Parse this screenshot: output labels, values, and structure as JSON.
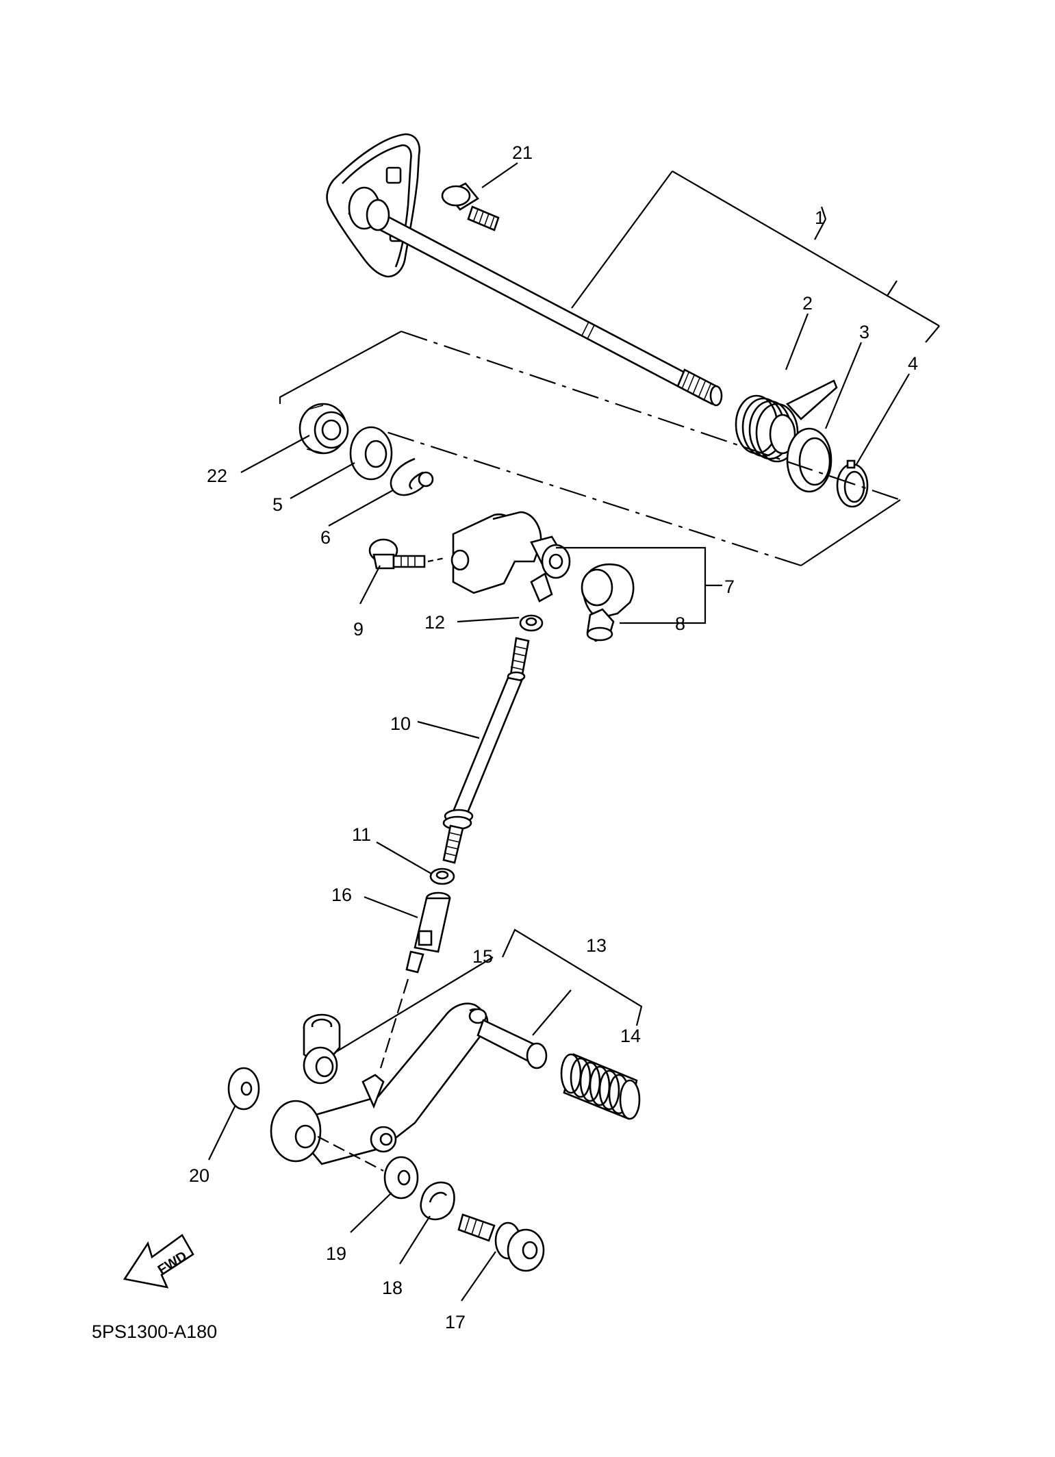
{
  "diagram_code": "5PS1300-A180",
  "fwd_label": "FWD",
  "callouts": {
    "c1": "1",
    "c2": "2",
    "c3": "3",
    "c4": "4",
    "c5": "5",
    "c6": "6",
    "c7": "7",
    "c8": "8",
    "c9": "9",
    "c10": "10",
    "c11": "11",
    "c12": "12",
    "c13": "13",
    "c14": "14",
    "c15": "15",
    "c16": "16",
    "c17": "17",
    "c18": "18",
    "c19": "19",
    "c20": "20",
    "c21": "21",
    "c22": "22"
  }
}
